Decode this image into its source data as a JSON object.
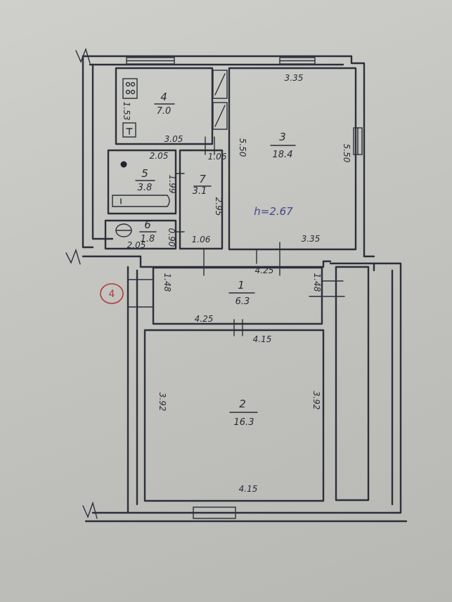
{
  "rooms": [
    {
      "number": "1",
      "area": "6.3"
    },
    {
      "number": "2",
      "area": "16.3"
    },
    {
      "number": "3",
      "area": "18.4"
    },
    {
      "number": "4",
      "area": "7.0"
    },
    {
      "number": "5",
      "area": "3.8"
    },
    {
      "number": "6",
      "area": "1.8"
    },
    {
      "number": "7",
      "area": "3.1"
    }
  ],
  "dimensions": {
    "room3_top": "3.35",
    "room3_left": "5.50",
    "room3_right": "5.50",
    "room3_bottom": "3.35",
    "room4_left": "1.53",
    "room4_bottom": "3.05",
    "room5_top": "2.05",
    "room5_right": "1.99",
    "room6_bottom": "2.05",
    "room6_right": "0.90",
    "room7_top": "1.06",
    "room7_right": "2.95",
    "room7_bottom": "1.06",
    "room1_top": "4.25",
    "room1_left": "1.48",
    "room1_right": "1.48",
    "room1_bottom": "4.25",
    "room2_top": "4.15",
    "room2_left": "3.92",
    "room2_right": "3.92",
    "room2_bottom": "4.15"
  },
  "ceiling_height": "h=2.67",
  "apartment_marker": "4"
}
